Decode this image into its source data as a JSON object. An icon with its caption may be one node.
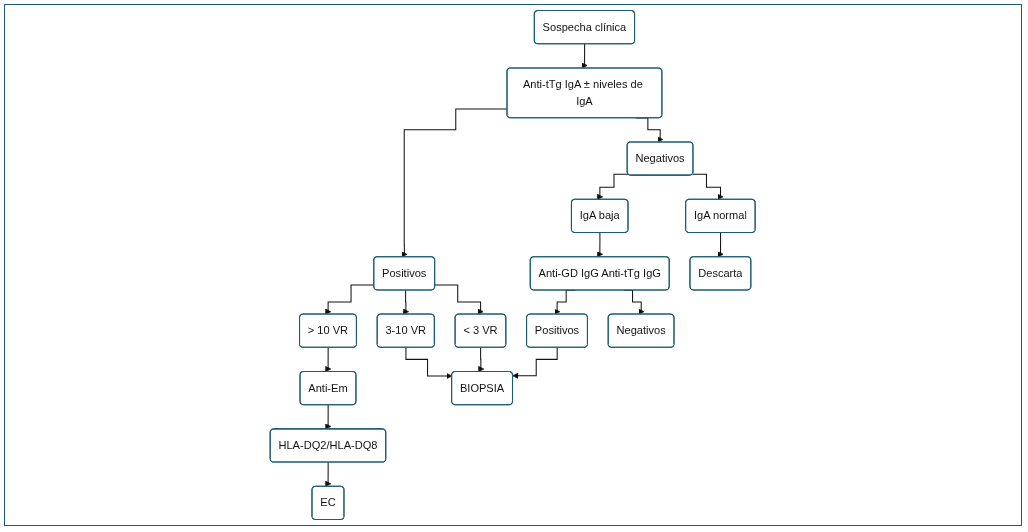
{
  "diagram": {
    "nodes": [
      {
        "text": [
          "Sospecha clínica"
        ]
      },
      {
        "text": [
          "Anti-tTg IgA ± niveles de IgA"
        ]
      },
      {
        "text": [
          "Positivos"
        ]
      },
      {
        "text": [
          "Negativos"
        ]
      },
      {
        "text": [
          "> 10 VR"
        ]
      },
      {
        "text": [
          "3-10 VR"
        ]
      },
      {
        "text": [
          "< 3 VR"
        ]
      },
      {
        "text": [
          "IgA baja"
        ]
      },
      {
        "text": [
          "IgA normal"
        ]
      },
      {
        "text": [
          "Anti-Em"
        ]
      },
      {
        "text": [
          "BIOPSIA"
        ]
      },
      {
        "text": [
          "Anti-GD IgG Anti-tTg IgG"
        ]
      },
      {
        "text": [
          "Descarta"
        ]
      },
      {
        "text": [
          "HLA-DQ2/HLA-DQ8"
        ]
      },
      {
        "text": [
          "Positivos"
        ]
      },
      {
        "text": [
          "Negativos"
        ]
      },
      {
        "text": [
          "EC"
        ]
      }
    ],
    "edges": [
      {
        "from": 0,
        "to": 1,
        "arrow": "to"
      },
      {
        "from": 1,
        "to": 2,
        "arrow": "to"
      },
      {
        "from": 1,
        "to": 3,
        "arrow": "to"
      },
      {
        "from": 2,
        "to": 4,
        "arrow": "to"
      },
      {
        "from": 2,
        "to": 5,
        "arrow": "to"
      },
      {
        "from": 2,
        "to": 6,
        "arrow": "to"
      },
      {
        "from": 3,
        "to": 7,
        "arrow": "to"
      },
      {
        "from": 3,
        "to": 8,
        "arrow": "to"
      },
      {
        "from": 4,
        "to": 9,
        "arrow": "to"
      },
      {
        "from": 5,
        "to": 10,
        "arrow": "to"
      },
      {
        "from": 6,
        "to": 10,
        "arrow": "to"
      },
      {
        "from": 7,
        "to": 11,
        "arrow": "to"
      },
      {
        "from": 8,
        "to": 12,
        "arrow": "to"
      },
      {
        "from": 9,
        "to": 13,
        "arrow": "to"
      },
      {
        "from": 11,
        "to": 14,
        "arrow": "to"
      },
      {
        "from": 11,
        "to": 15,
        "arrow": "to"
      },
      {
        "from": 14,
        "to": 10,
        "arrow": "to"
      },
      {
        "from": 13,
        "to": 16,
        "arrow": "to"
      }
    ]
  }
}
